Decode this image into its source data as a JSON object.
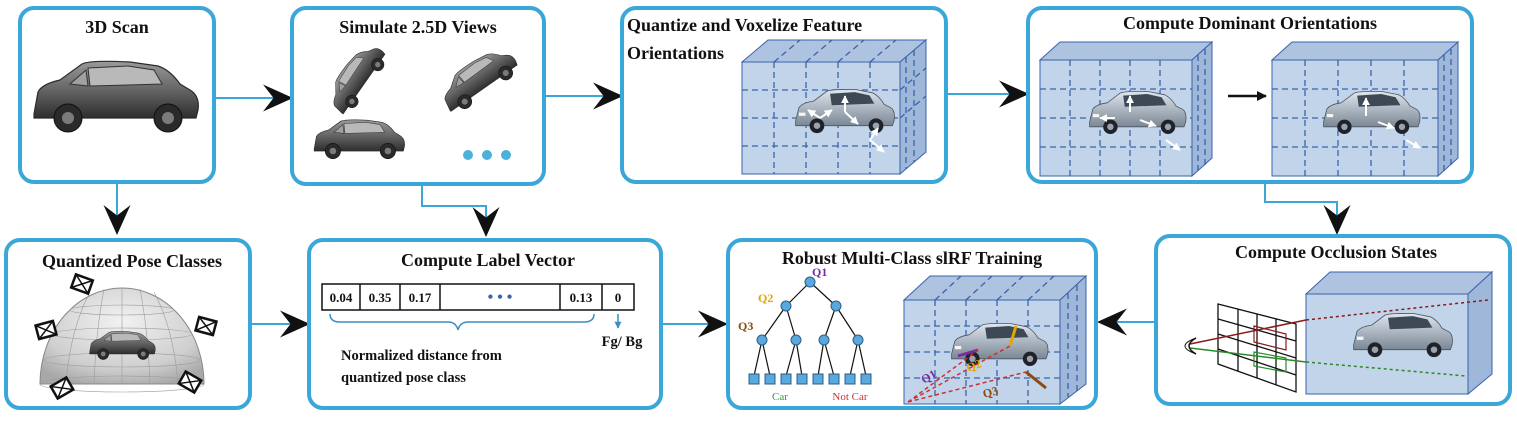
{
  "colors": {
    "box_border": "#3ba7d8",
    "arrow_line": "#3ba7d8",
    "cube_fill": "#c2d4ea",
    "cube_grid": "#3a63ac",
    "q1": "#7a2c9e",
    "q2": "#e0a800",
    "q3": "#8a4a10",
    "car_label": "#2e9c3a",
    "notcar_label": "#d03030",
    "fgbg_arrow": "#3b8ec0"
  },
  "boxes": {
    "scan": {
      "title": "3D Scan"
    },
    "simulate": {
      "title": "Simulate 2.5D Views"
    },
    "quantize": {
      "title_line1": "Quantize and Voxelize Feature",
      "title_line2": "Orientations"
    },
    "dominant": {
      "title": "Compute Dominant Orientations"
    },
    "pose": {
      "title": "Quantized Pose Classes"
    },
    "label": {
      "title": "Compute Label Vector"
    },
    "training": {
      "title": "Robust Multi-Class slRF Training"
    },
    "occlusion": {
      "title": "Compute Occlusion States"
    }
  },
  "label_vector": {
    "cells": [
      "0.04",
      "0.35",
      "0.17",
      "• • •",
      "0.13",
      "0"
    ],
    "note_line1": "Normalized distance from",
    "note_line2": "quantized pose class",
    "fg_bg": "Fg/ Bg"
  },
  "tree": {
    "q1": "Q1",
    "q2": "Q2",
    "q3": "Q3",
    "car": "Car",
    "not_car": "Not Car"
  },
  "overlay_labels": {
    "q1": "Q1",
    "q2": "Q2",
    "q3": "Q3"
  },
  "icons": {
    "car_model": "car-3d-model-icon",
    "car_photo": "car-photo-icon",
    "dots": "ellipsis-dots-icon",
    "hemisphere": "view-sphere-icon",
    "camera": "camera-icon",
    "eye": "eye-icon"
  }
}
